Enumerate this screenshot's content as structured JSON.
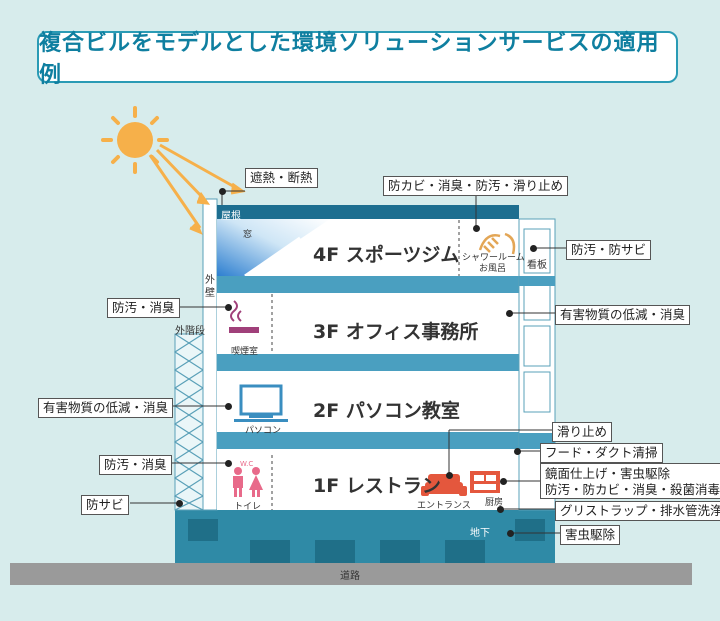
{
  "title": "複合ビルをモデルとした環境ソリューションサービスの適用例",
  "building": {
    "roof": "屋根",
    "window": "窓",
    "outer_wall": [
      "外",
      "壁"
    ],
    "outer_stairs": "外階段",
    "signboard": "看板",
    "road": "道路",
    "basement": "地下"
  },
  "floors": {
    "f4": {
      "name": "4F スポーツジム",
      "room": [
        "シャワールーム",
        "お風呂"
      ]
    },
    "f3": {
      "name": "3F オフィス事務所",
      "room": "喫煙室"
    },
    "f2": {
      "name": "2F パソコン教室",
      "room": "パソコン"
    },
    "f1": {
      "name": "1F レストラン",
      "wc": "W.C",
      "room": "トイレ",
      "entrance": "エントランス",
      "kitchen": "厨房"
    }
  },
  "labels": {
    "heat": "遮熱・断熱",
    "roof_coat": "防カビ・消臭・防汚・滑り止め",
    "sign_coat": "防汚・防サビ",
    "left_3f": "防汚・消臭",
    "office": "有害物質の低減・消臭",
    "left_2f": "有害物質の低減・消臭",
    "anti_slip": "滑り止め",
    "hood": "フード・ダクト清掃",
    "left_1f": "防汚・消臭",
    "kitchen_1": "鏡面仕上げ・害虫駆除",
    "kitchen_2": "防汚・防カビ・消臭・殺菌消毒",
    "rust": "防サビ",
    "grease": "グリストラップ・排水管洗浄",
    "pest": "害虫駆除"
  },
  "colors": {
    "accent": "#0f7fa0",
    "floor_band": "#4a9fc0",
    "base": "#2f8aa6",
    "road": "#9a9a9a",
    "sun": "#f6b04a"
  }
}
